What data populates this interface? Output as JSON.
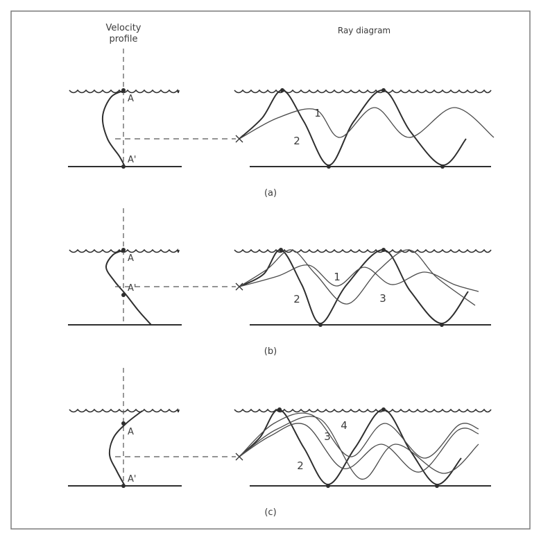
{
  "figure": {
    "header": {
      "velocity_profile_line1": "Velocity",
      "velocity_profile_line2": "profile",
      "ray_diagram": "Ray diagram"
    },
    "panels": [
      {
        "caption": "(a)",
        "point_upper": "A",
        "point_lower": "A'",
        "ray_labels": [
          "1",
          "2"
        ]
      },
      {
        "caption": "(b)",
        "point_upper": "A",
        "point_lower": "A'",
        "ray_labels": [
          "1",
          "2",
          "3"
        ]
      },
      {
        "caption": "(c)",
        "point_upper": "A",
        "point_lower": "A'",
        "ray_labels": [
          "3",
          "4",
          "2"
        ]
      }
    ]
  }
}
